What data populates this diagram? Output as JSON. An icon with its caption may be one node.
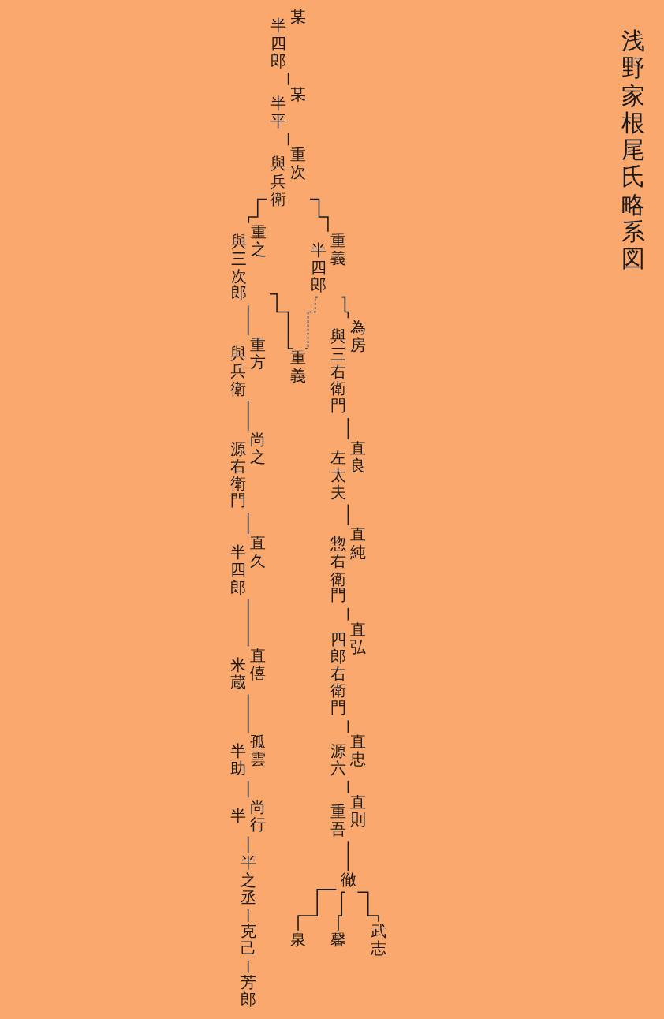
{
  "diagram": {
    "title": "浅野家根尾氏略系図",
    "nodes": [
      {
        "text": [
          "某"
        ],
        "beside": [
          "半四郎"
        ]
      },
      {
        "text": [
          "某"
        ],
        "beside": [
          "半平"
        ]
      },
      {
        "text": [
          "重次"
        ],
        "beside": [
          "與兵衛"
        ]
      },
      {
        "text": [
          "重之"
        ],
        "beside": [
          "與三次郎"
        ]
      },
      {
        "text": [
          "重義"
        ],
        "beside": [
          "半四郎"
        ]
      },
      {
        "text": [
          "重義"
        ]
      },
      {
        "text": [
          "重方"
        ],
        "beside": [
          "與兵衛"
        ]
      },
      {
        "text": [
          "為房"
        ],
        "beside": [
          "與三右衛門"
        ]
      },
      {
        "text": [
          "尚之"
        ],
        "beside": [
          "源右衛門"
        ]
      },
      {
        "text": [
          "直良"
        ],
        "beside": [
          "左太夫"
        ]
      },
      {
        "text": [
          "直純"
        ],
        "beside": [
          "惣右衛門"
        ]
      },
      {
        "text": [
          "直弘"
        ],
        "beside": [
          "四郎右衛門"
        ]
      },
      {
        "text": [
          "直忠"
        ],
        "beside": [
          "源六"
        ]
      },
      {
        "text": [
          "直則"
        ],
        "beside": [
          "重吾"
        ]
      },
      {
        "text": [
          "徹"
        ]
      },
      {
        "text": [
          "武志"
        ]
      },
      {
        "text": [
          "馨"
        ]
      },
      {
        "text": [
          "泉"
        ]
      },
      {
        "text": [
          "直久"
        ],
        "beside": [
          "半四郎"
        ]
      },
      {
        "text": [
          "直僖"
        ],
        "beside": [
          "米蔵"
        ]
      },
      {
        "text": [
          "孤雲"
        ],
        "beside": [
          "半助"
        ]
      },
      {
        "text": [
          "尚行"
        ],
        "beside": [
          "半"
        ]
      },
      {
        "text": [
          "半之丞"
        ]
      },
      {
        "text": [
          "克己"
        ]
      },
      {
        "text": [
          "芳郎"
        ]
      }
    ],
    "edges": [
      {
        "from": 0,
        "to": 1,
        "arrow": "none"
      },
      {
        "from": 1,
        "to": 2,
        "arrow": "none"
      },
      {
        "from": 2,
        "to": 3,
        "arrow": "none"
      },
      {
        "from": 2,
        "to": 4,
        "arrow": "none"
      },
      {
        "from": 3,
        "to": 6,
        "arrow": "none"
      },
      {
        "from": 3,
        "to": 5,
        "arrow": "none"
      },
      {
        "from": 4,
        "to": 5,
        "arrow": "none",
        "style": "dashed"
      },
      {
        "from": 4,
        "to": 7,
        "arrow": "none"
      },
      {
        "from": 6,
        "to": 8,
        "arrow": "none"
      },
      {
        "from": 7,
        "to": 9,
        "arrow": "none"
      },
      {
        "from": 8,
        "to": 18,
        "arrow": "none"
      },
      {
        "from": 9,
        "to": 10,
        "arrow": "none"
      },
      {
        "from": 10,
        "to": 11,
        "arrow": "none"
      },
      {
        "from": 11,
        "to": 12,
        "arrow": "none"
      },
      {
        "from": 12,
        "to": 13,
        "arrow": "none"
      },
      {
        "from": 13,
        "to": 14,
        "arrow": "none"
      },
      {
        "from": 14,
        "to": 17,
        "arrow": "none"
      },
      {
        "from": 14,
        "to": 16,
        "arrow": "none"
      },
      {
        "from": 14,
        "to": 15,
        "arrow": "none"
      },
      {
        "from": 18,
        "to": 19,
        "arrow": "none"
      },
      {
        "from": 19,
        "to": 20,
        "arrow": "none"
      },
      {
        "from": 20,
        "to": 21,
        "arrow": "none"
      },
      {
        "from": 21,
        "to": 22,
        "arrow": "none"
      },
      {
        "from": 22,
        "to": 23,
        "arrow": "none"
      },
      {
        "from": 23,
        "to": 24,
        "arrow": "none"
      }
    ]
  }
}
